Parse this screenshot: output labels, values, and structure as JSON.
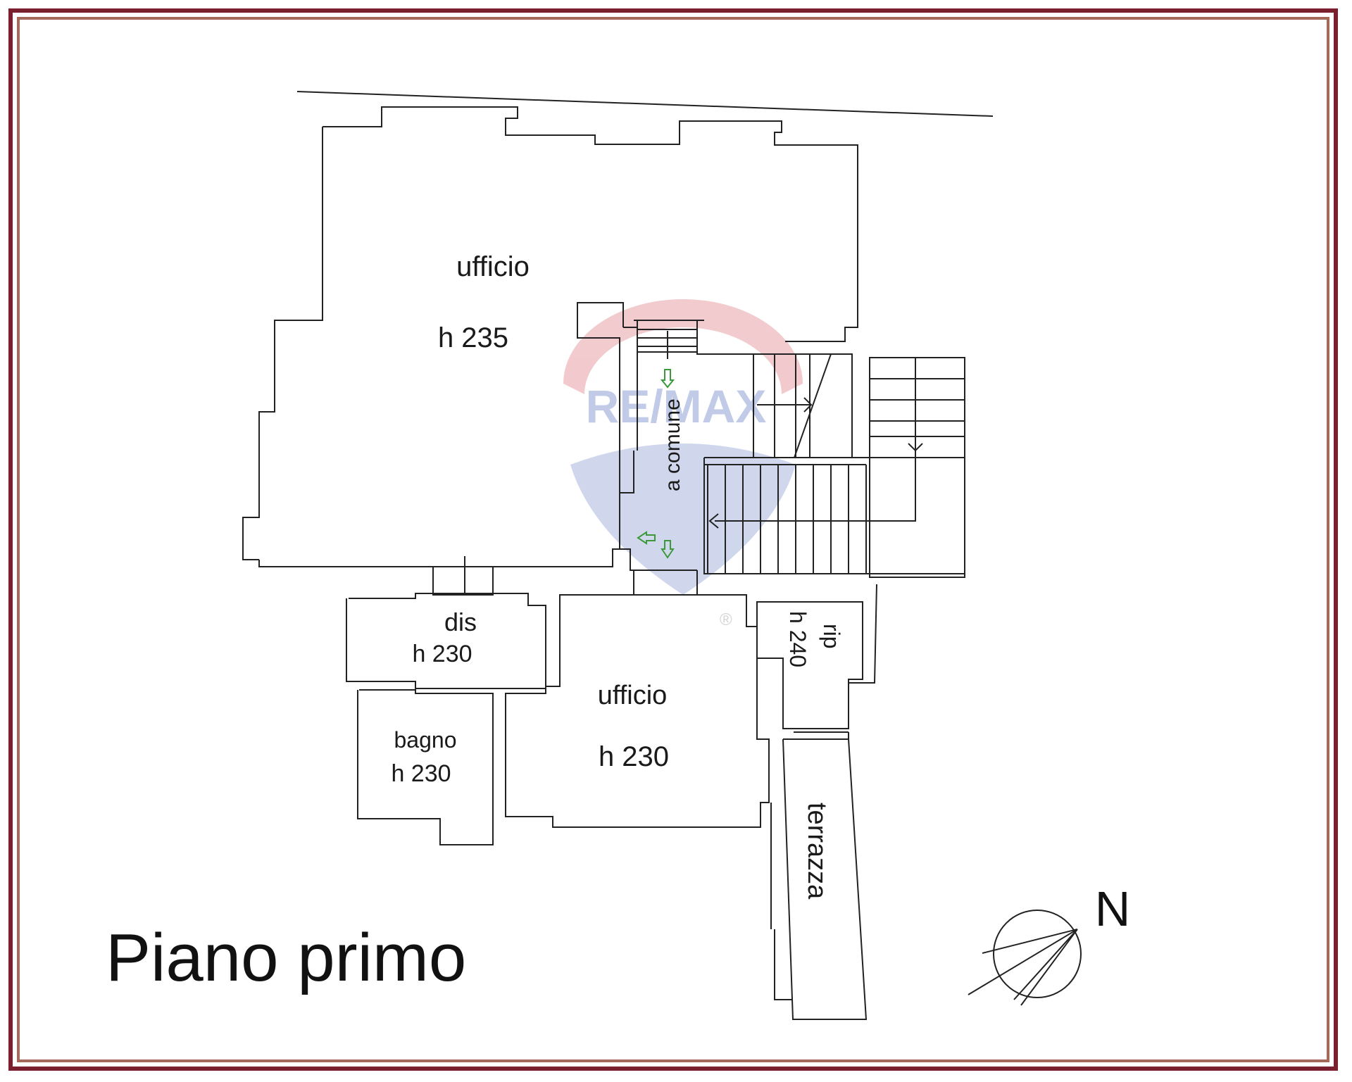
{
  "title": "Piano primo",
  "north_label": "N",
  "rooms": [
    {
      "name": "ufficio",
      "height": "h 235"
    },
    {
      "name": "a comune"
    },
    {
      "name": "dis",
      "height": "h 230"
    },
    {
      "name": "bagno",
      "height": "h 230"
    },
    {
      "name": "ufficio",
      "height": "h 230"
    },
    {
      "name": "rip",
      "height": "h 240"
    },
    {
      "name": "terrazza"
    }
  ],
  "watermark": {
    "text": "RE/MAX",
    "registered": "®"
  },
  "colors": {
    "frame_outer": "#7a1f2e",
    "frame_inner": "#a5695a",
    "watermark_red": "#e8a0a6",
    "watermark_blue": "#a9b7de"
  }
}
